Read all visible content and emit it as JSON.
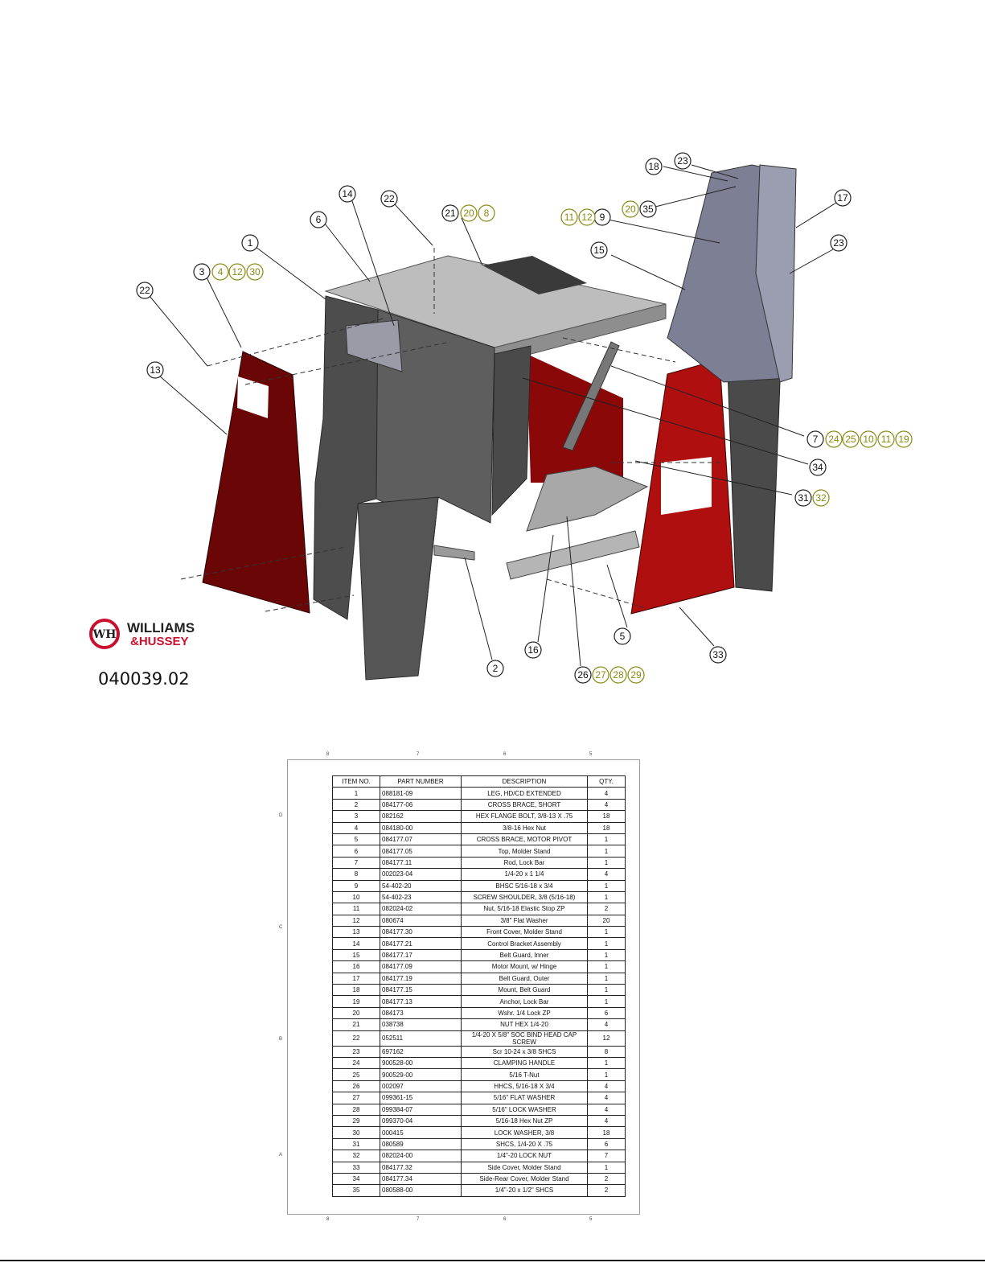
{
  "drawing_number": "040039.02",
  "logo": {
    "line1": "WILLIAMS",
    "line2": "&HUSSEY",
    "monogram": "WH"
  },
  "callouts": [
    {
      "label": "1",
      "style": "primary"
    },
    {
      "label": "2",
      "style": "primary"
    },
    {
      "label": "3",
      "style": "primary"
    },
    {
      "label": "4",
      "style": "secondary"
    },
    {
      "label": "12",
      "style": "secondary"
    },
    {
      "label": "30",
      "style": "secondary"
    },
    {
      "label": "5",
      "style": "primary"
    },
    {
      "label": "6",
      "style": "primary"
    },
    {
      "label": "7",
      "style": "primary"
    },
    {
      "label": "24",
      "style": "secondary"
    },
    {
      "label": "25",
      "style": "secondary"
    },
    {
      "label": "10",
      "style": "secondary"
    },
    {
      "label": "11",
      "style": "secondary"
    },
    {
      "label": "19",
      "style": "secondary"
    },
    {
      "label": "9",
      "style": "primary"
    },
    {
      "label": "11",
      "style": "secondary"
    },
    {
      "label": "12",
      "style": "secondary"
    },
    {
      "label": "13",
      "style": "primary"
    },
    {
      "label": "14",
      "style": "primary"
    },
    {
      "label": "15",
      "style": "primary"
    },
    {
      "label": "16",
      "style": "primary"
    },
    {
      "label": "17",
      "style": "primary"
    },
    {
      "label": "18",
      "style": "primary"
    },
    {
      "label": "21",
      "style": "primary"
    },
    {
      "label": "20",
      "style": "secondary"
    },
    {
      "label": "8",
      "style": "secondary"
    },
    {
      "label": "22",
      "style": "primary"
    },
    {
      "label": "22",
      "style": "primary"
    },
    {
      "label": "23",
      "style": "primary"
    },
    {
      "label": "23",
      "style": "primary"
    },
    {
      "label": "20",
      "style": "secondary"
    },
    {
      "label": "35",
      "style": "primary"
    },
    {
      "label": "26",
      "style": "primary"
    },
    {
      "label": "27",
      "style": "secondary"
    },
    {
      "label": "28",
      "style": "secondary"
    },
    {
      "label": "29",
      "style": "secondary"
    },
    {
      "label": "31",
      "style": "primary"
    },
    {
      "label": "32",
      "style": "secondary"
    },
    {
      "label": "33",
      "style": "primary"
    },
    {
      "label": "34",
      "style": "primary"
    }
  ],
  "sheet_zones": {
    "top": [
      "8",
      "7",
      "6",
      "5"
    ],
    "bottom": [
      "8",
      "7",
      "6",
      "5"
    ],
    "left": [
      "D",
      "C",
      "B",
      "A"
    ]
  },
  "bom": {
    "headers": [
      "ITEM NO.",
      "PART NUMBER",
      "DESCRIPTION",
      "QTY."
    ],
    "rows": [
      [
        "1",
        "088181-09",
        "LEG, HD/CD EXTENDED",
        "4"
      ],
      [
        "2",
        "084177-06",
        "CROSS BRACE, SHORT",
        "4"
      ],
      [
        "3",
        "082162",
        "HEX FLANGE BOLT, 3/8-13 X .75",
        "18"
      ],
      [
        "4",
        "084180-00",
        "3/8-16 Hex Nut",
        "18"
      ],
      [
        "5",
        "084177.07",
        "CROSS BRACE, MOTOR PIVOT",
        "1"
      ],
      [
        "6",
        "084177.05",
        "Top, Molder Stand",
        "1"
      ],
      [
        "7",
        "084177.11",
        "Rod, Lock Bar",
        "1"
      ],
      [
        "8",
        "002023-04",
        "1/4-20 x 1 1/4",
        "4"
      ],
      [
        "9",
        "54-402-20",
        "BHSC 5/16-18 x 3/4",
        "1"
      ],
      [
        "10",
        "54-402-23",
        "SCREW SHOULDER, 3/8 (5/16-18)",
        "1"
      ],
      [
        "11",
        "082024-02",
        "Nut, 5/16-18 Elastic Stop ZP",
        "2"
      ],
      [
        "12",
        "080674",
        "3/8\" Flat Washer",
        "20"
      ],
      [
        "13",
        "084177.30",
        "Front Cover, Molder Stand",
        "1"
      ],
      [
        "14",
        "084177.21",
        "Control Bracket Assembly",
        "1"
      ],
      [
        "15",
        "084177.17",
        "Belt Guard, Inner",
        "1"
      ],
      [
        "16",
        "084177.09",
        "Motor Mount, w/ Hinge",
        "1"
      ],
      [
        "17",
        "084177.19",
        "Belt Guard, Outer",
        "1"
      ],
      [
        "18",
        "084177.15",
        "Mount, Belt Guard",
        "1"
      ],
      [
        "19",
        "084177.13",
        "Anchor, Lock Bar",
        "1"
      ],
      [
        "20",
        "084173",
        "Wshr. 1/4 Lock ZP",
        "6"
      ],
      [
        "21",
        "038738",
        "NUT HEX 1/4-20",
        "4"
      ],
      [
        "22",
        "052511",
        "1/4-20 X 5/8\" SOC BIND HEAD CAP SCREW",
        "12"
      ],
      [
        "23",
        "697162",
        "Scr 10-24 x 3/8 SHCS",
        "8"
      ],
      [
        "24",
        "900528-00",
        "CLAMPING HANDLE",
        "1"
      ],
      [
        "25",
        "900529-00",
        "5/16 T-Nut",
        "1"
      ],
      [
        "26",
        "002097",
        "HHCS, 5/16-18 X 3/4",
        "4"
      ],
      [
        "27",
        "099361-15",
        "5/16\" FLAT WASHER",
        "4"
      ],
      [
        "28",
        "099384-07",
        "5/16\" LOCK WASHER",
        "4"
      ],
      [
        "29",
        "099370-04",
        "5/16-18 Hex Nut ZP",
        "4"
      ],
      [
        "30",
        "000415",
        "LOCK WASHER, 3/8",
        "18"
      ],
      [
        "31",
        "080589",
        "SHCS, 1/4-20 X .75",
        "6"
      ],
      [
        "32",
        "082024-00",
        "1/4\"-20 LOCK NUT",
        "7"
      ],
      [
        "33",
        "084177.32",
        "Side Cover, Molder Stand",
        "1"
      ],
      [
        "34",
        "084177.34",
        "Side-Rear Cover, Molder Stand",
        "2"
      ],
      [
        "35",
        "080588-00",
        "1/4\"-20 x 1/2\" SHCS",
        "2"
      ]
    ]
  }
}
